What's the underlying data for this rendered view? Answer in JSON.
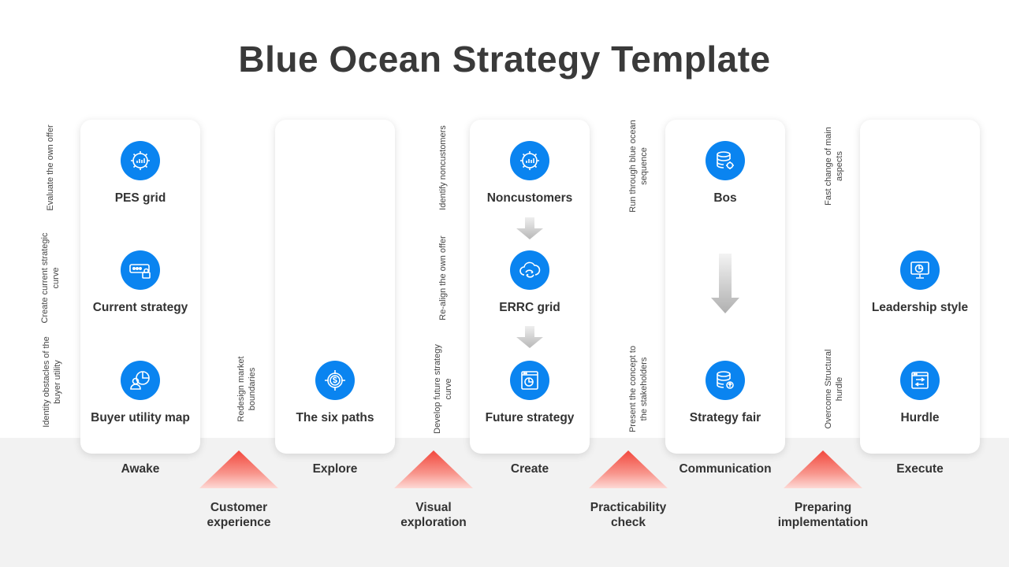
{
  "title": "Blue Ocean Strategy Template",
  "cards": [
    {
      "stage": "Awake",
      "items": [
        {
          "label": "PES grid",
          "icon": "gear-chart-icon"
        },
        {
          "label": "Current strategy",
          "icon": "password-lock-icon"
        },
        {
          "label": "Buyer utility map",
          "icon": "user-pie-chart-icon"
        }
      ],
      "side_notes": [
        "Evaluate the own offer",
        "Create current strategic curve",
        "Identity obstacles of the buyer utility"
      ]
    },
    {
      "stage": "Explore",
      "items": [
        {
          "label": "The six paths",
          "icon": "target-dollar-icon"
        }
      ],
      "side_notes": [
        "Redesign market boundaries"
      ]
    },
    {
      "stage": "Create",
      "items": [
        {
          "label": "Noncustomers",
          "icon": "gear-chart-icon"
        },
        {
          "label": "ERRC grid",
          "icon": "cloud-arrows-icon"
        },
        {
          "label": "Future strategy",
          "icon": "browser-chart-icon"
        }
      ],
      "side_notes": [
        "Identify noncustomers",
        "Re-align the own offer",
        "Develop future strategy curve"
      ]
    },
    {
      "stage": "Communication",
      "items": [
        {
          "label": "Bos",
          "icon": "database-gear-icon"
        },
        {
          "label": "Strategy fair",
          "icon": "database-upload-icon"
        }
      ],
      "side_notes": [
        "Run through blue ocean sequence",
        "Present the concept to the stakeholders"
      ]
    },
    {
      "stage": "Execute",
      "items": [
        {
          "label": "Leadership style",
          "icon": "monitor-chart-icon"
        },
        {
          "label": "Hurdle",
          "icon": "browser-transfer-icon"
        }
      ],
      "side_notes": [
        "Fast change of main aspects",
        "Overcome Structural hurdle"
      ]
    }
  ],
  "phases": [
    {
      "line1": "Customer",
      "line2": "experience"
    },
    {
      "line1": "Visual",
      "line2": "exploration"
    },
    {
      "line1": "Practicability",
      "line2": "check"
    },
    {
      "line1": "Preparing",
      "line2": "implementation"
    }
  ],
  "colors": {
    "accent": "#0a84f0",
    "triangle": "#f2483d",
    "band": "#f2f2f2"
  }
}
